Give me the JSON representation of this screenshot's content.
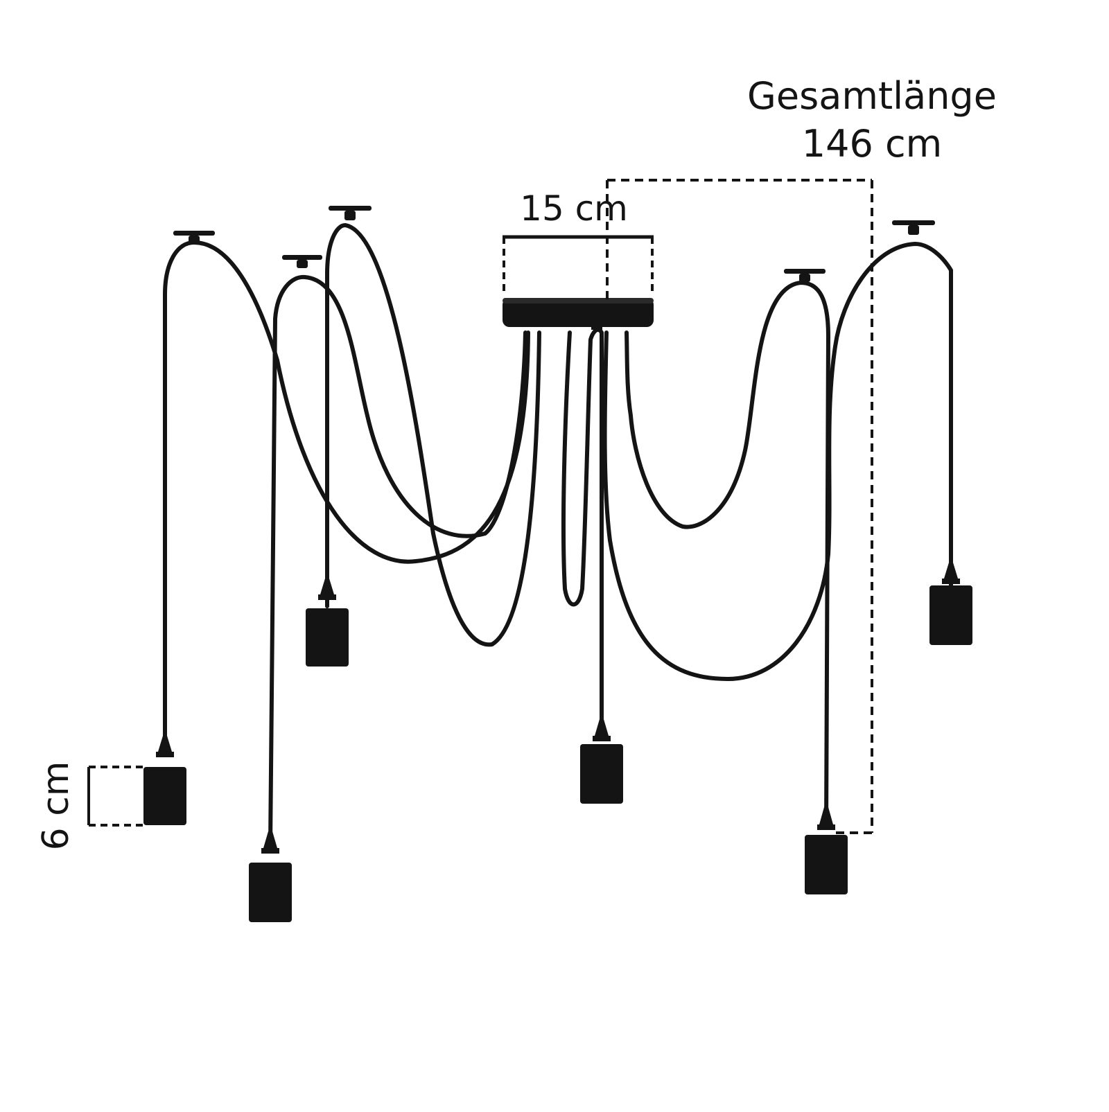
{
  "labels": {
    "total_length_title": "Gesamtlänge",
    "total_length_value": "146 cm",
    "canopy_width": "15 cm",
    "socket_height": "6 cm"
  },
  "colors": {
    "ink": "#141414",
    "background": "#ffffff"
  },
  "parts": {
    "canopy": "ceiling canopy",
    "cables": 6,
    "sockets": 6,
    "hooks": 5
  }
}
